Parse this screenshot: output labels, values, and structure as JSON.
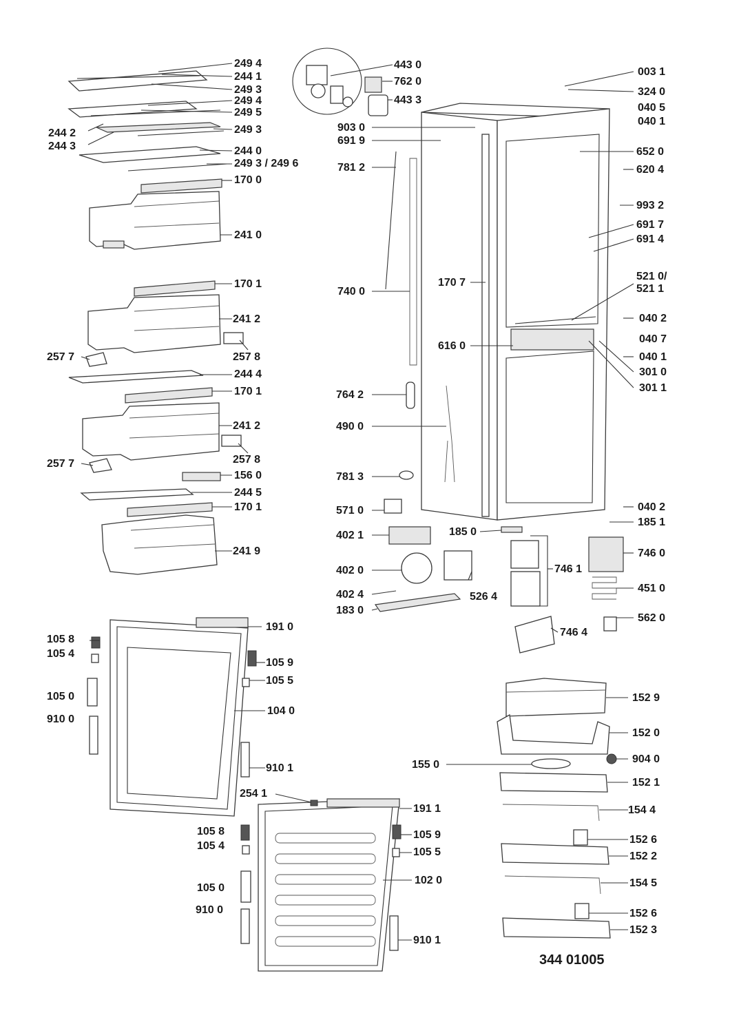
{
  "diagram": {
    "reference_number": "344 01005",
    "labels": {
      "l2494a": "249 4",
      "l2441": "244 1",
      "l2493a": "249 3",
      "l2494b": "249 4",
      "l2495": "249 5",
      "l2442": "244 2",
      "l2493b": "249 3",
      "l2443": "244 3",
      "l2440": "244 0",
      "l24936": "249 3 / 249 6",
      "l1700": "170 0",
      "l2410": "241 0",
      "l1701a": "170 1",
      "l2412a": "241 2",
      "l2577a": "257 7",
      "l2578a": "257 8",
      "l2444": "244 4",
      "l1701b": "170 1",
      "l2412b": "241 2",
      "l2577b": "257 7",
      "l2578b": "257 8",
      "l1560": "156 0",
      "l2445": "244 5",
      "l1701c": "170 1",
      "l2419": "241 9",
      "l4430": "443 0",
      "l7620": "762 0",
      "l4433": "443 3",
      "l9030": "903 0",
      "l6919": "691 9",
      "l7812": "781 2",
      "l7400": "740 0",
      "l1707": "170 7",
      "l6160": "616 0",
      "l7642": "764 2",
      "l4900": "490 0",
      "l7813": "781 3",
      "l5710": "571 0",
      "l4021": "402 1",
      "l1850": "185 0",
      "l4020": "402 0",
      "l4024": "402 4",
      "l1830": "183 0",
      "l5264": "526 4",
      "l7461": "746 1",
      "l7464": "746 4",
      "l0031": "003 1",
      "l3240": "324 0",
      "l0405": "040 5",
      "l0401a": "040 1",
      "l6520": "652 0",
      "l6204": "620 4",
      "l9932": "993 2",
      "l6917": "691 7",
      "l6914": "691 4",
      "l5210": "521 0/",
      "l5211": "521 1",
      "l0402a": "040 2",
      "l0407": "040 7",
      "l0401b": "040 1",
      "l3010": "301 0",
      "l3011": "301 1",
      "l0402b": "040 2",
      "l1851": "185 1",
      "l7460": "746 0",
      "l4510": "451 0",
      "l5620": "562 0",
      "l1910": "191 0",
      "l1058a": "105 8",
      "l1054a": "105 4",
      "l1059a": "105 9",
      "l1055a": "105 5",
      "l1050a": "105 0",
      "l1040": "104 0",
      "l9100a": "910 0",
      "l9101a": "910 1",
      "l2541": "254 1",
      "l1911": "191 1",
      "l1058b": "105 8",
      "l1054b": "105 4",
      "l1059b": "105 9",
      "l1055b": "105 5",
      "l1050b": "105 0",
      "l1020": "102 0",
      "l9100b": "910 0",
      "l9101b": "910 1",
      "l1529": "152 9",
      "l1520": "152 0",
      "l1550": "155 0",
      "l9040": "904 0",
      "l1521": "152 1",
      "l1544": "154 4",
      "l1526a": "152 6",
      "l1522": "152 2",
      "l1545": "154 5",
      "l1526b": "152 6",
      "l1523": "152 3"
    }
  }
}
